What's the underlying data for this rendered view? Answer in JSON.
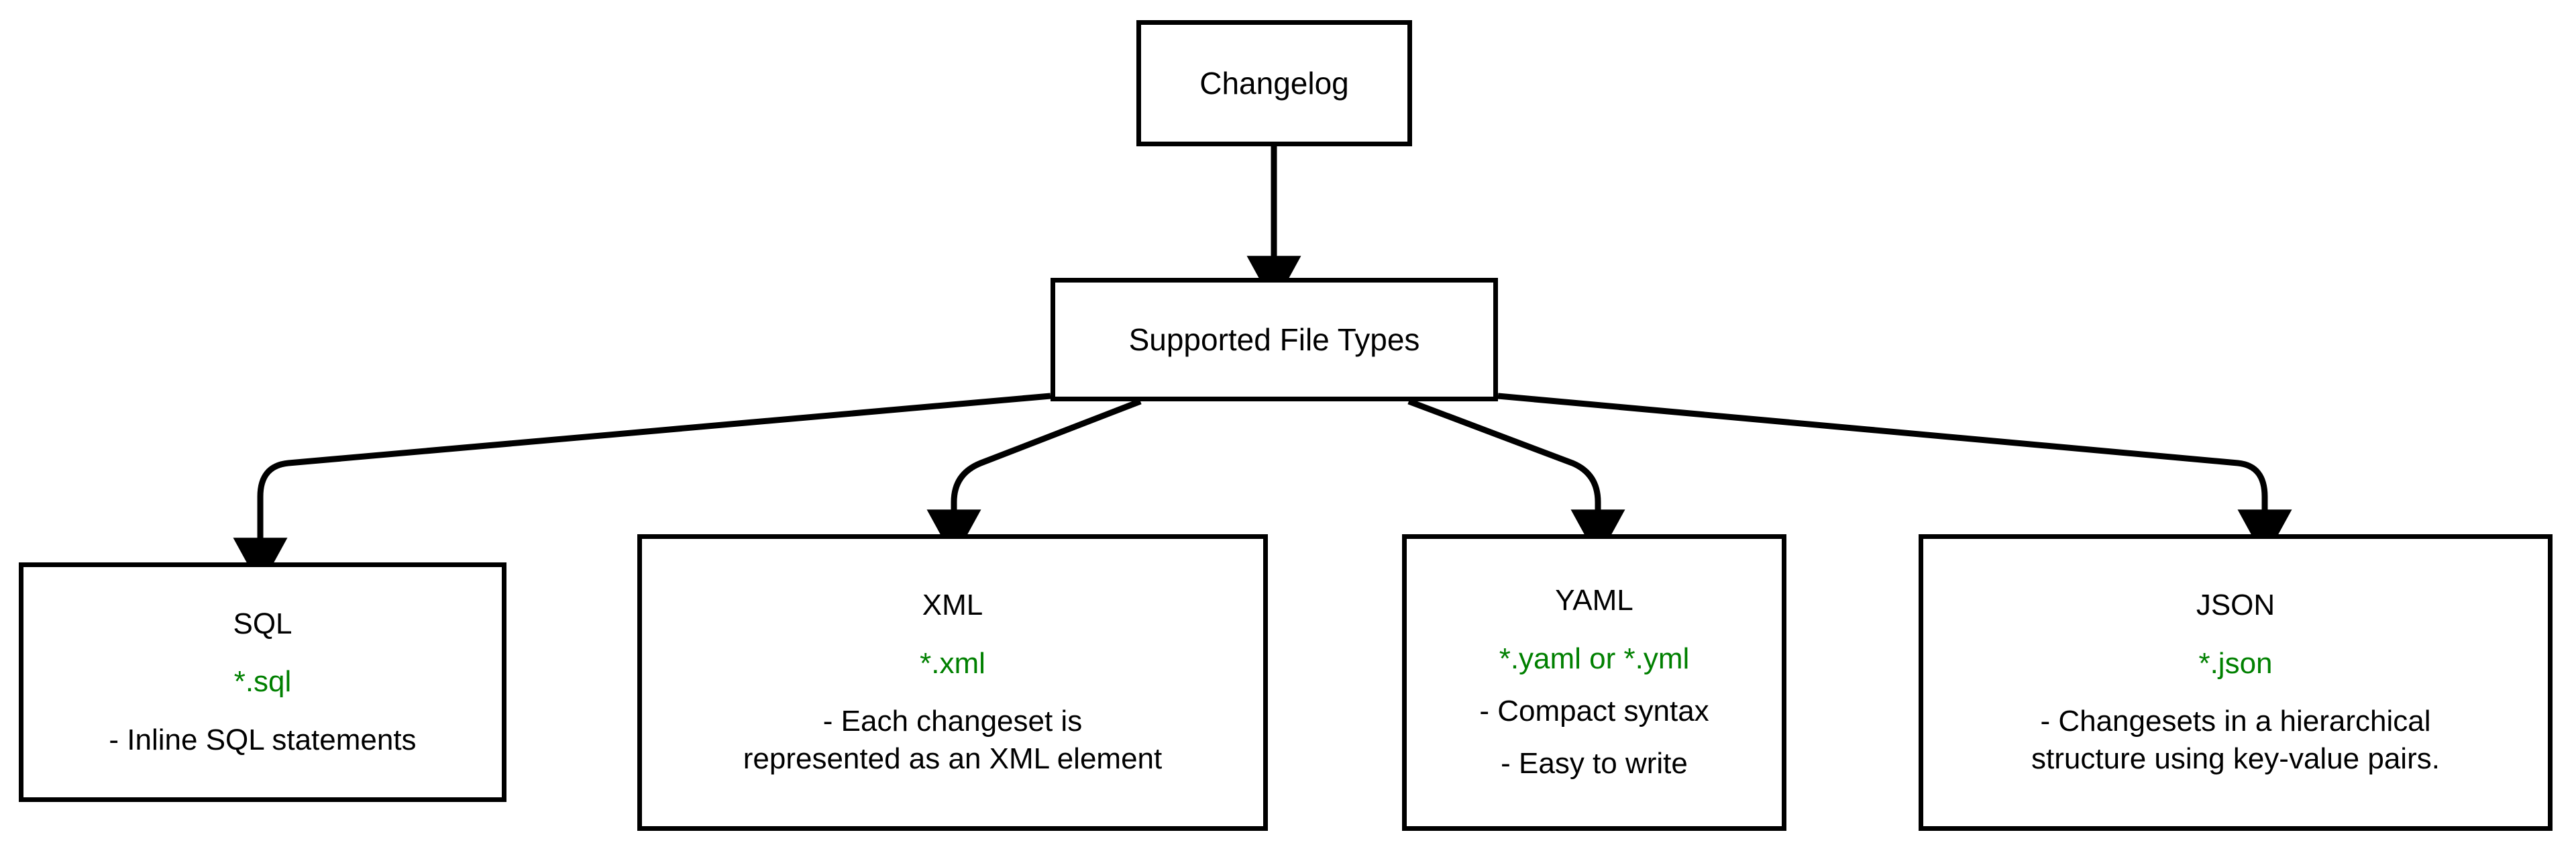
{
  "diagram": {
    "type": "flowchart",
    "direction": "top-down",
    "background_color": "#ffffff",
    "node_border_color": "#000000",
    "text_color": "#000000",
    "accent_color": "#008000",
    "edge_color": "#000000"
  },
  "nodes": {
    "changelog": {
      "title": "Changelog"
    },
    "supported": {
      "title": "Supported File Types"
    },
    "sql": {
      "title": "SQL",
      "extension": "*.sql",
      "bullets": [
        "- Inline SQL statements"
      ]
    },
    "xml": {
      "title": "XML",
      "extension": "*.xml",
      "bullets": [
        "- Each changeset is",
        "represented as an XML element"
      ]
    },
    "yaml": {
      "title": "YAML",
      "extension": "*.yaml or *.yml",
      "bullets": [
        "- Compact syntax",
        "- Easy to write"
      ]
    },
    "json": {
      "title": "JSON",
      "extension": "*.json",
      "bullets": [
        "- Changesets in a hierarchical",
        "structure using key-value pairs."
      ]
    }
  },
  "edges": [
    {
      "from": "changelog",
      "to": "supported"
    },
    {
      "from": "supported",
      "to": "sql"
    },
    {
      "from": "supported",
      "to": "xml"
    },
    {
      "from": "supported",
      "to": "yaml"
    },
    {
      "from": "supported",
      "to": "json"
    }
  ]
}
